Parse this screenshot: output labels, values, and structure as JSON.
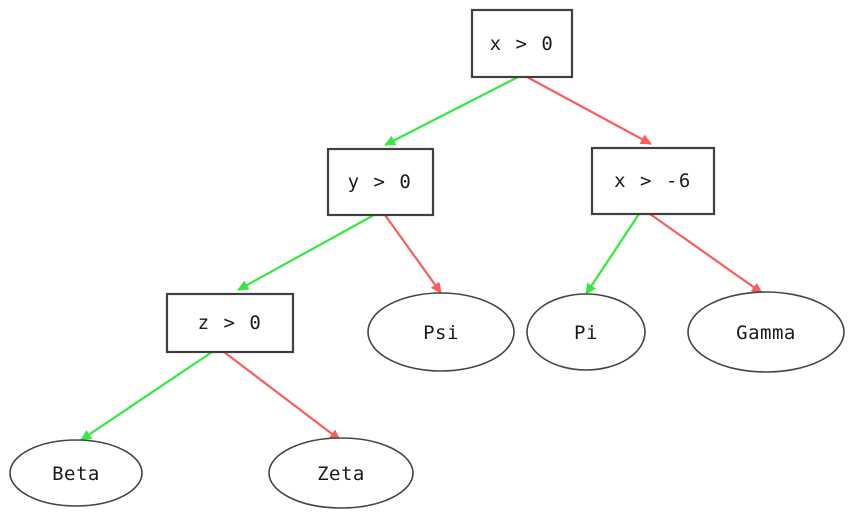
{
  "diagram": {
    "type": "decision-tree",
    "background_color": "#ffffff",
    "edge_colors": {
      "true_branch": "#33e83f",
      "false_branch": "#fb5b5b"
    },
    "node_border_color": "#404040",
    "leaf_border_color": "#454545",
    "text_color": "#1a1a1a",
    "nodes": {
      "root": {
        "label": "x > 0",
        "shape": "box"
      },
      "left_child": {
        "label": "y > 0",
        "shape": "box"
      },
      "right_child": {
        "label": "x > -6",
        "shape": "box"
      },
      "left_left_child": {
        "label": "z > 0",
        "shape": "box"
      },
      "leaf_psi": {
        "label": "Psi",
        "shape": "ellipse"
      },
      "leaf_pi": {
        "label": "Pi",
        "shape": "ellipse"
      },
      "leaf_gamma": {
        "label": "Gamma",
        "shape": "ellipse"
      },
      "leaf_beta": {
        "label": "Beta",
        "shape": "ellipse"
      },
      "leaf_zeta": {
        "label": "Zeta",
        "shape": "ellipse"
      }
    },
    "edges": [
      {
        "from": "root",
        "to": "left_child",
        "branch": "true"
      },
      {
        "from": "root",
        "to": "right_child",
        "branch": "false"
      },
      {
        "from": "left_child",
        "to": "left_left_child",
        "branch": "true"
      },
      {
        "from": "left_child",
        "to": "leaf_psi",
        "branch": "false"
      },
      {
        "from": "right_child",
        "to": "leaf_pi",
        "branch": "true"
      },
      {
        "from": "right_child",
        "to": "leaf_gamma",
        "branch": "false"
      },
      {
        "from": "left_left_child",
        "to": "leaf_beta",
        "branch": "true"
      },
      {
        "from": "left_left_child",
        "to": "leaf_zeta",
        "branch": "false"
      }
    ]
  }
}
